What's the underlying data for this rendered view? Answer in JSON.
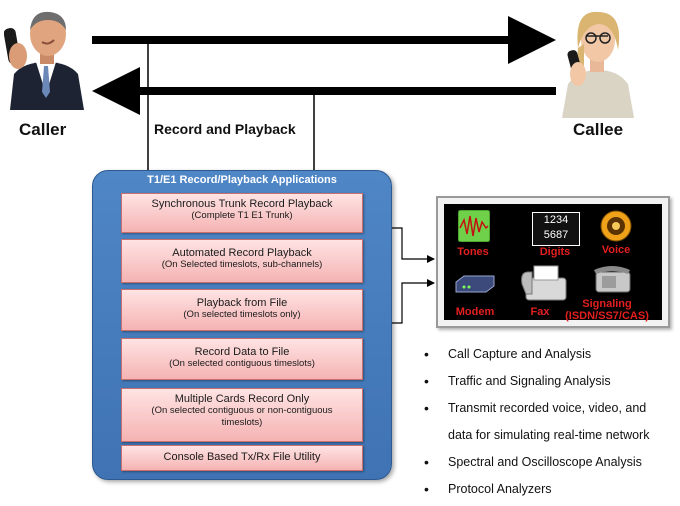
{
  "caller": {
    "label": "Caller"
  },
  "callee": {
    "label": "Callee"
  },
  "flow_label": "Record and Playback",
  "app_panel": {
    "title": "T1/E1 Record/Playback Applications",
    "boxes": [
      {
        "title": "Synchronous Trunk Record Playback",
        "subtitle": "(Complete T1 E1 Trunk)"
      },
      {
        "title": "Automated Record Playback",
        "subtitle": "(On Selected timeslots, sub-channels)"
      },
      {
        "title": "Playback from File",
        "subtitle": "(On selected timeslots only)"
      },
      {
        "title": "Record Data to File",
        "subtitle": "(On selected contiguous timeslots)"
      },
      {
        "title": "Multiple Cards Record Only",
        "subtitle": "(On selected contiguous or non-contiguous timeslots)"
      },
      {
        "title": "Console Based Tx/Rx File Utility",
        "subtitle": ""
      }
    ]
  },
  "media": {
    "tones": "Tones",
    "digits": "Digits",
    "digits_display": [
      "1234",
      "5687"
    ],
    "voice": "Voice",
    "modem": "Modem",
    "fax": "Fax",
    "signaling": "Signaling",
    "signaling_sub": "(ISDN/SS7/CAS)"
  },
  "bullets": [
    "Call Capture and Analysis",
    "Traffic and Signaling Analysis",
    "Transmit recorded voice, video, and",
    "data for simulating real-time network",
    "Spectral and Oscilloscope Analysis",
    "Protocol Analyzers"
  ],
  "colors": {
    "panel_blue": "#4a7fc1",
    "box_pink": "#f7c6c6",
    "media_red": "#e41f1f",
    "arrow": "#000000"
  }
}
